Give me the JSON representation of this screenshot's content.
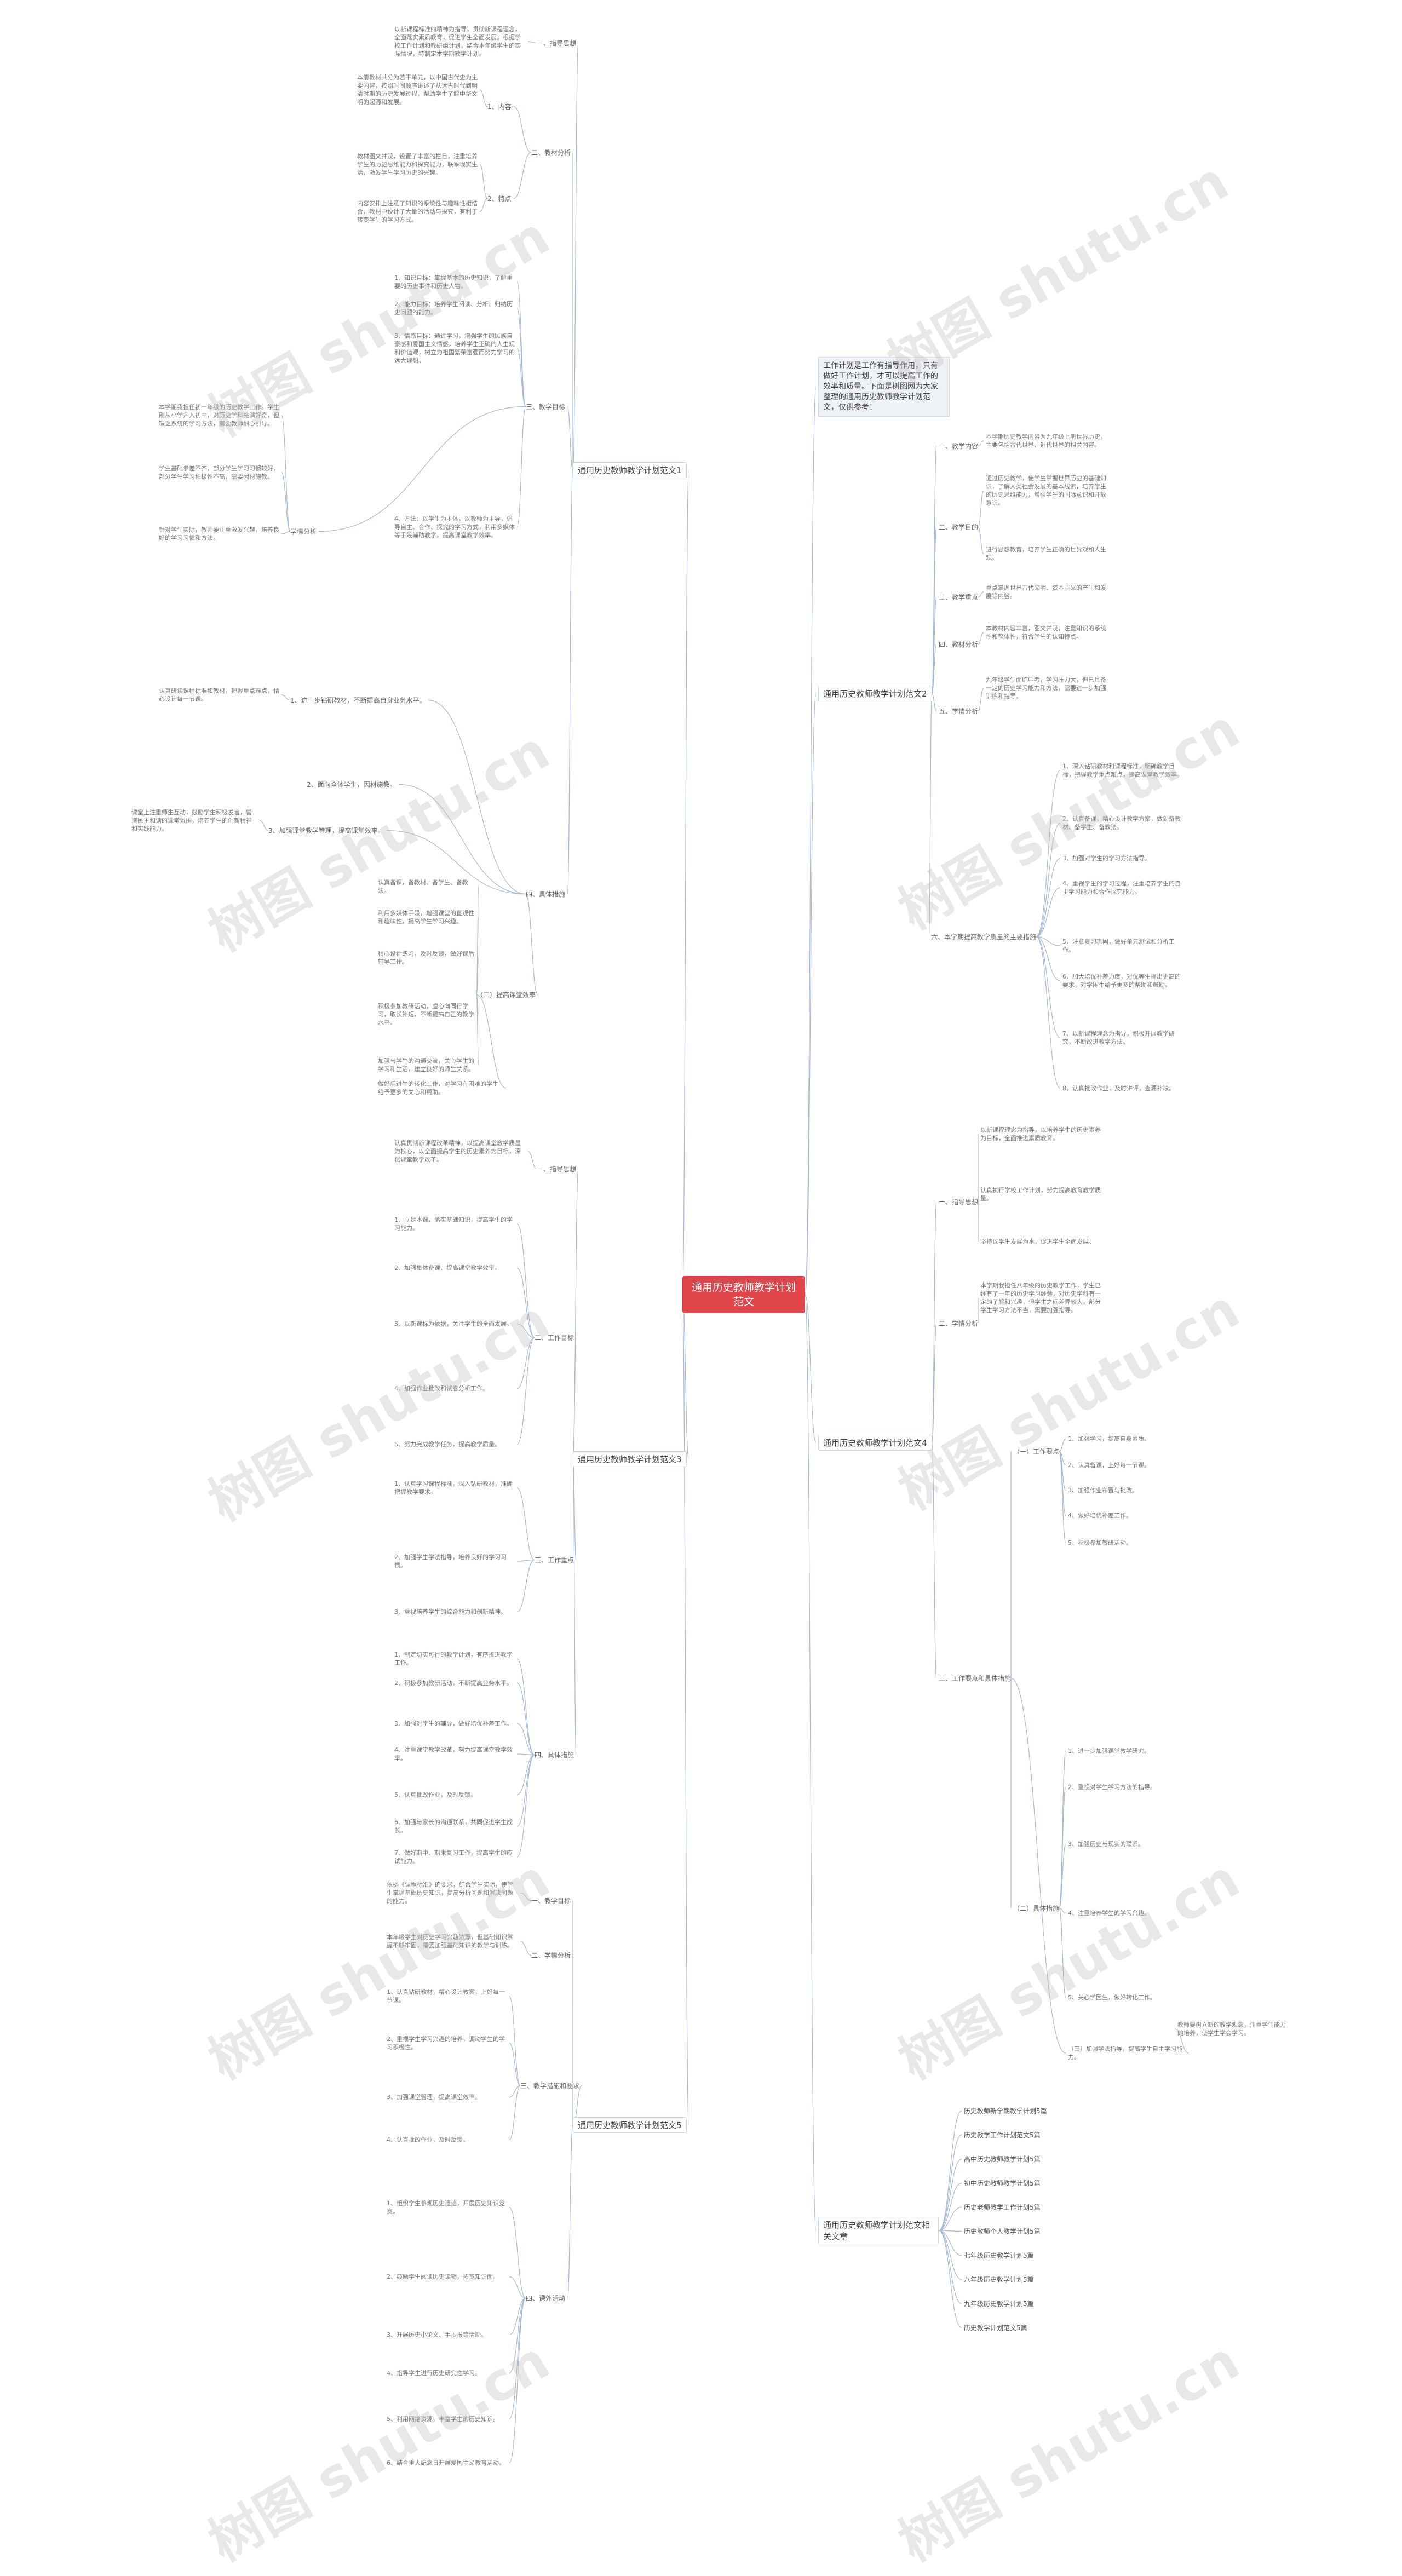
{
  "root": {
    "title": "通用历史教师教学计划范文"
  },
  "intro": "工作计划是工作有指导作用，只有做好工作计划，才可以提高工作的效率和质量。下面是树图网为大家整理的通用历史教师教学计划范文，仅供参考！",
  "branches": {
    "b1": "通用历史教师教学计划范文1",
    "b2": "通用历史教师教学计划范文2",
    "b3": "通用历史教师教学计划范文3",
    "b4": "通用历史教师教学计划范文4",
    "b5": "通用历史教师教学计划范文5",
    "b6": "通用历史教师教学计划范文相关文章"
  },
  "b1": {
    "s1": "一、指导思想",
    "p1": "以新课程标准的精神为指导，贯彻新课程理念，全面落实素质教育，促进学生全面发展。根据学校工作计划和教研组计划，结合本年级学生的实际情况，特制定本学期教学计划。",
    "s2": "二、教材分析",
    "s2a": "1、内容",
    "p2a": "本册教材共分为若干单元，以中国古代史为主要内容，按照时间顺序讲述了从远古时代到明清时期的历史发展过程，帮助学生了解中华文明的起源和发展。",
    "s2b": "2、特点",
    "p2b": "教材图文并茂，设置了丰富的栏目，注重培养学生的历史思维能力和探究能力，联系现实生活，激发学生学习历史的兴趣。",
    "p2c": "内容安排上注意了知识的系统性与趣味性相结合，教材中设计了大量的活动与探究，有利于转变学生的学习方式。",
    "s3": "三、教学目标",
    "p3a": "1、知识目标：掌握基本的历史知识，了解重要的历史事件和历史人物。",
    "p3b": "2、能力目标：培养学生阅读、分析、归纳历史问题的能力。",
    "p3c": "3、情感目标：通过学习，增强学生的民族自豪感和爱国主义情感，培养学生正确的人生观和价值观，树立为祖国繁荣富强而努力学习的远大理想。",
    "p3d": "4、方法：以学生为主体，以教师为主导，倡导自主、合作、探究的学习方式，利用多媒体等手段辅助教学，提高课堂教学效率。",
    "s3e": "学情分析",
    "p3e1": "本学期我担任初一年级的历史教学工作。学生刚从小学升入初中，对历史学科充满好奇，但缺乏系统的学习方法，需要教师耐心引导。",
    "p3e2": "学生基础参差不齐，部分学生学习习惯较好，部分学生学习积极性不高，需要因材施教。",
    "p3e3": "针对学生实际，教师要注重激发兴趣，培养良好的学习习惯和方法。",
    "s4": "四、具体措施",
    "s4a": "1、进一步钻研教材，不断提高自身业务水平。",
    "p4a": "认真研读课程标准和教材，把握重点难点，精心设计每一节课。",
    "s4b": "2、面向全体学生，因材施教。",
    "s4c": "3、加强课堂教学管理，提高课堂效率。",
    "p4c": "课堂上注重师生互动，鼓励学生积极发言，营造民主和谐的课堂氛围，培养学生的创新精神和实践能力。",
    "s4d": "（二）提高课堂效率",
    "p4d1": "认真备课，备教材、备学生、备教法。",
    "p4d2": "利用多媒体手段，增强课堂的直观性和趣味性，提高学生学习兴趣。",
    "p4d3": "精心设计练习，及时反馈，做好课后辅导工作。",
    "p4d4": "积极参加教研活动，虚心向同行学习，取长补短，不断提高自己的教学水平。",
    "p4d5": "加强与学生的沟通交流，关心学生的学习和生活，建立良好的师生关系。",
    "p4e": "做好后进生的转化工作，对学习有困难的学生给予更多的关心和帮助。"
  },
  "b2": {
    "s1": "一、教学内容",
    "p1": "本学期历史教学内容为九年级上册世界历史，主要包括古代世界、近代世界的相关内容。",
    "s2": "二、教学目的",
    "p2": "通过历史教学，使学生掌握世界历史的基础知识，了解人类社会发展的基本线索，培养学生的历史思维能力，增强学生的国际意识和开放意识。",
    "p2b": "进行思想教育，培养学生正确的世界观和人生观。",
    "s3": "三、教学重点",
    "p3": "重点掌握世界古代文明、资本主义的产生和发展等内容。",
    "s4": "四、教材分析",
    "p4": "本教材内容丰富，图文并茂，注重知识的系统性和整体性，符合学生的认知特点。",
    "s5": "五、学情分析",
    "p5": "九年级学生面临中考，学习压力大，但已具备一定的历史学习能力和方法，需要进一步加强训练和指导。",
    "s6": "六、本学期提高教学质量的主要措施",
    "p6a": "1、深入钻研教材和课程标准，明确教学目标，把握教学重点难点，提高课堂教学效率。",
    "p6b": "2、认真备课，精心设计教学方案，做到备教材、备学生、备教法。",
    "p6c": "3、加强对学生的学习方法指导。",
    "p6d": "4、重视学生的学习过程，注重培养学生的自主学习能力和合作探究能力。",
    "p6e": "5、注意复习巩固，做好单元测试和分析工作。",
    "p6f": "6、加大培优补差力度，对优等生提出更高的要求，对学困生给予更多的帮助和鼓励。",
    "p6g": "7、以新课程理念为指导，积极开展教学研究，不断改进教学方法。",
    "p6h": "8、认真批改作业，及时讲评，查漏补缺。"
  },
  "b3": {
    "s1": "一、指导思想",
    "p1": "认真贯彻新课程改革精神，以提高课堂教学质量为核心，以全面提高学生的历史素养为目标，深化课堂教学改革。",
    "s2": "二、工作目标",
    "p2a": "1、立足本课，落实基础知识，提高学生的学习能力。",
    "p2b": "2、加强集体备课，提高课堂教学效率。",
    "p2c": "3、以新课标为依据，关注学生的全面发展。",
    "p2d": "4、加强作业批改和试卷分析工作。",
    "p2e": "5、努力完成教学任务，提高教学质量。",
    "s3": "三、工作重点",
    "p3a": "1、认真学习课程标准，深入钻研教材，准确把握教学要求。",
    "p3b": "2、加强学生学法指导，培养良好的学习习惯。",
    "p3c": "3、重视培养学生的综合能力和创新精神。",
    "s4": "四、具体措施",
    "p4a": "1、制定切实可行的教学计划，有序推进教学工作。",
    "p4b": "2、积极参加教研活动，不断提高业务水平。",
    "p4c": "3、加强对学生的辅导，做好培优补差工作。",
    "p4d": "4、注重课堂教学改革，努力提高课堂教学效率。",
    "p4e": "5、认真批改作业，及时反馈。",
    "p4f": "6、加强与家长的沟通联系，共同促进学生成长。",
    "p4g": "7、做好期中、期末复习工作，提高学生的应试能力。"
  },
  "b4": {
    "s1": "一、指导思想",
    "p1": "以新课程理念为指导，以培养学生的历史素养为目标，全面推进素质教育。",
    "p1b": "认真执行学校工作计划，努力提高教育教学质量。",
    "p1c": "坚持以学生发展为本，促进学生全面发展。",
    "s2": "二、学情分析",
    "p2": "本学期我担任八年级的历史教学工作，学生已经有了一年的历史学习经验，对历史学科有一定的了解和兴趣，但学生之间差异较大，部分学生学习方法不当，需要加强指导。",
    "s3": "三、工作要点和具体措施",
    "s3a": "（一）工作要点",
    "p3a1": "1、加强学习，提高自身素质。",
    "p3a2": "2、认真备课，上好每一节课。",
    "p3a3": "3、加强作业布置与批改。",
    "p3a4": "4、做好培优补差工作。",
    "p3a5": "5、积极参加教研活动。",
    "s3b": "（二）具体措施",
    "p3b1": "1、进一步加强课堂教学研究。",
    "p3b2": "2、重视对学生学习方法的指导。",
    "p3b3": "3、加强历史与现实的联系。",
    "p3b4": "4、注重培养学生的学习兴趣。",
    "p3b5": "5、关心学困生，做好转化工作。",
    "p3c": "（三）加强学法指导，提高学生自主学习能力。",
    "p3d": "教师要树立新的教学观念，注重学生能力的培养，使学生学会学习。"
  },
  "b5": {
    "s1": "一、教学目标",
    "p1": "依据《课程标准》的要求，结合学生实际，使学生掌握基础历史知识，提高分析问题和解决问题的能力。",
    "s2": "二、学情分析",
    "p2": "本年级学生对历史学习兴趣浓厚，但基础知识掌握不够牢固，需要加强基础知识的教学与训练。",
    "s3": "三、教学措施和要求",
    "p3a": "1、认真钻研教材，精心设计教案，上好每一节课。",
    "p3b": "2、重视学生学习兴趣的培养，调动学生的学习积极性。",
    "p3c": "3、加强课堂管理，提高课堂效率。",
    "p3d": "4、认真批改作业，及时反馈。",
    "s4": "四、课外活动",
    "p4a": "1、组织学生参观历史遗迹，开展历史知识竞赛。",
    "p4b": "2、鼓励学生阅读历史读物，拓宽知识面。",
    "p4c": "3、开展历史小论文、手抄报等活动。",
    "p4d": "4、指导学生进行历史研究性学习。",
    "p4e": "5、利用网络资源，丰富学生的历史知识。",
    "p4f": "6、结合重大纪念日开展爱国主义教育活动。"
  },
  "b6": {
    "items": [
      "历史教师新学期教学计划5篇",
      "历史教学工作计划范文5篇",
      "高中历史教师教学计划5篇",
      "初中历史教师教学计划5篇",
      "历史老师教学工作计划5篇",
      "历史教师个人教学计划5篇",
      "七年级历史教学计划5篇",
      "八年级历史教学计划5篇",
      "九年级历史教学计划5篇",
      "历史教学计划范文5篇"
    ]
  },
  "watermark": "树图 shutu.cn",
  "colors": {
    "root": "#e0454a",
    "edge": "#a8b8d0",
    "branch_border": "#c9d6e8"
  }
}
